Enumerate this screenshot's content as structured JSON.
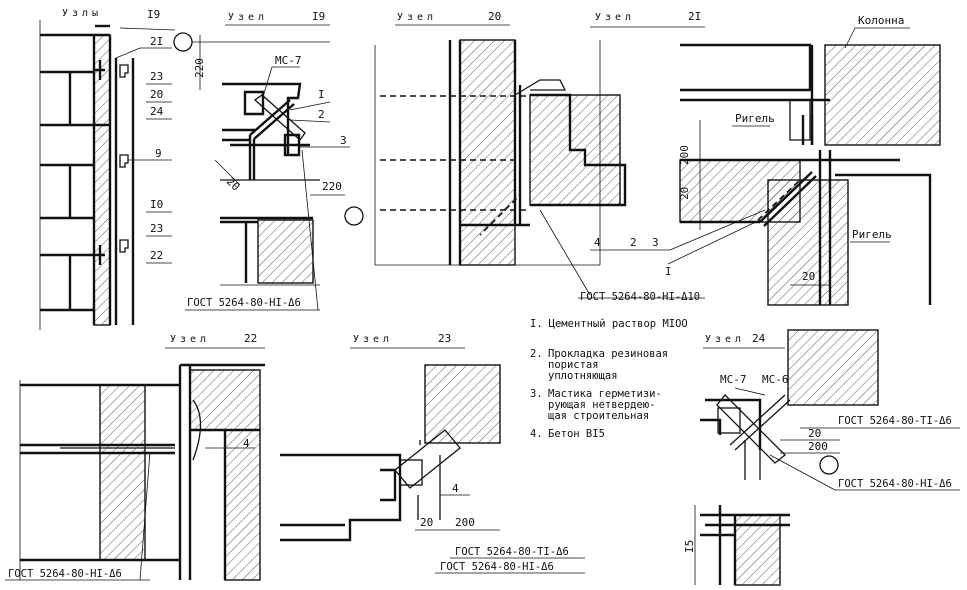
{
  "overview": {
    "title_word": "Узлы",
    "title_num": "I9",
    "callouts": [
      "2I",
      "23",
      "20",
      "24",
      "9",
      "I0",
      "23",
      "22"
    ]
  },
  "node19": {
    "title_word": "Узел",
    "title_num": "I9",
    "dim_top": "220",
    "dim_right": "220",
    "dim_diag": "20",
    "mc": "МС-7",
    "callouts": [
      "I",
      "2",
      "3"
    ],
    "weld": "ГОСТ 5264-80-НI-Δ6"
  },
  "node20": {
    "title_word": "Узел",
    "title_num": "20"
  },
  "node21": {
    "title_word": "Узел",
    "title_num": "2I",
    "column": "Колонна",
    "beam_top": "Ригель",
    "beam_right": "Ригель",
    "dim_200": "200",
    "dim_20": "20",
    "dim_bottom": "20",
    "callouts": [
      "4",
      "2",
      "3",
      "I"
    ],
    "weld": "ГОСТ 5264-80-НI-Δ10"
  },
  "legend": {
    "items": [
      {
        "num": "I.",
        "lines": [
          "Цементный раствор МIОО"
        ]
      },
      {
        "num": "2.",
        "lines": [
          "Прокладка резиновая",
          "пористая",
          "уплотняющая"
        ]
      },
      {
        "num": "3.",
        "lines": [
          "Мастика герметизи-",
          "рующая нетвердею-",
          "щая строительная"
        ]
      },
      {
        "num": "4.",
        "lines": [
          "Бетон ВI5"
        ]
      }
    ]
  },
  "node22": {
    "title_word": "Узел",
    "title_num": "22",
    "callout": "4",
    "weld": "ГОСТ 5264-80-НI-Δ6"
  },
  "node23": {
    "title_word": "Узел",
    "title_num": "23",
    "callout": "4",
    "dim_20": "20",
    "dim_200": "200",
    "weld_t": "ГОСТ 5264-80-ТI-Δ6",
    "weld_h": "ГОСТ 5264-80-НI-Δ6"
  },
  "node24": {
    "title_word": "Узел",
    "title_num": "24",
    "mc7": "МС-7",
    "mc6": "МС-6",
    "weld_t": "ГОСТ 5264-80-ТI-Δ6",
    "dim_20": "20",
    "dim_200": "200",
    "weld_h": "ГОСТ 5264-80-НI-Δ6",
    "dim_15": "I5"
  }
}
